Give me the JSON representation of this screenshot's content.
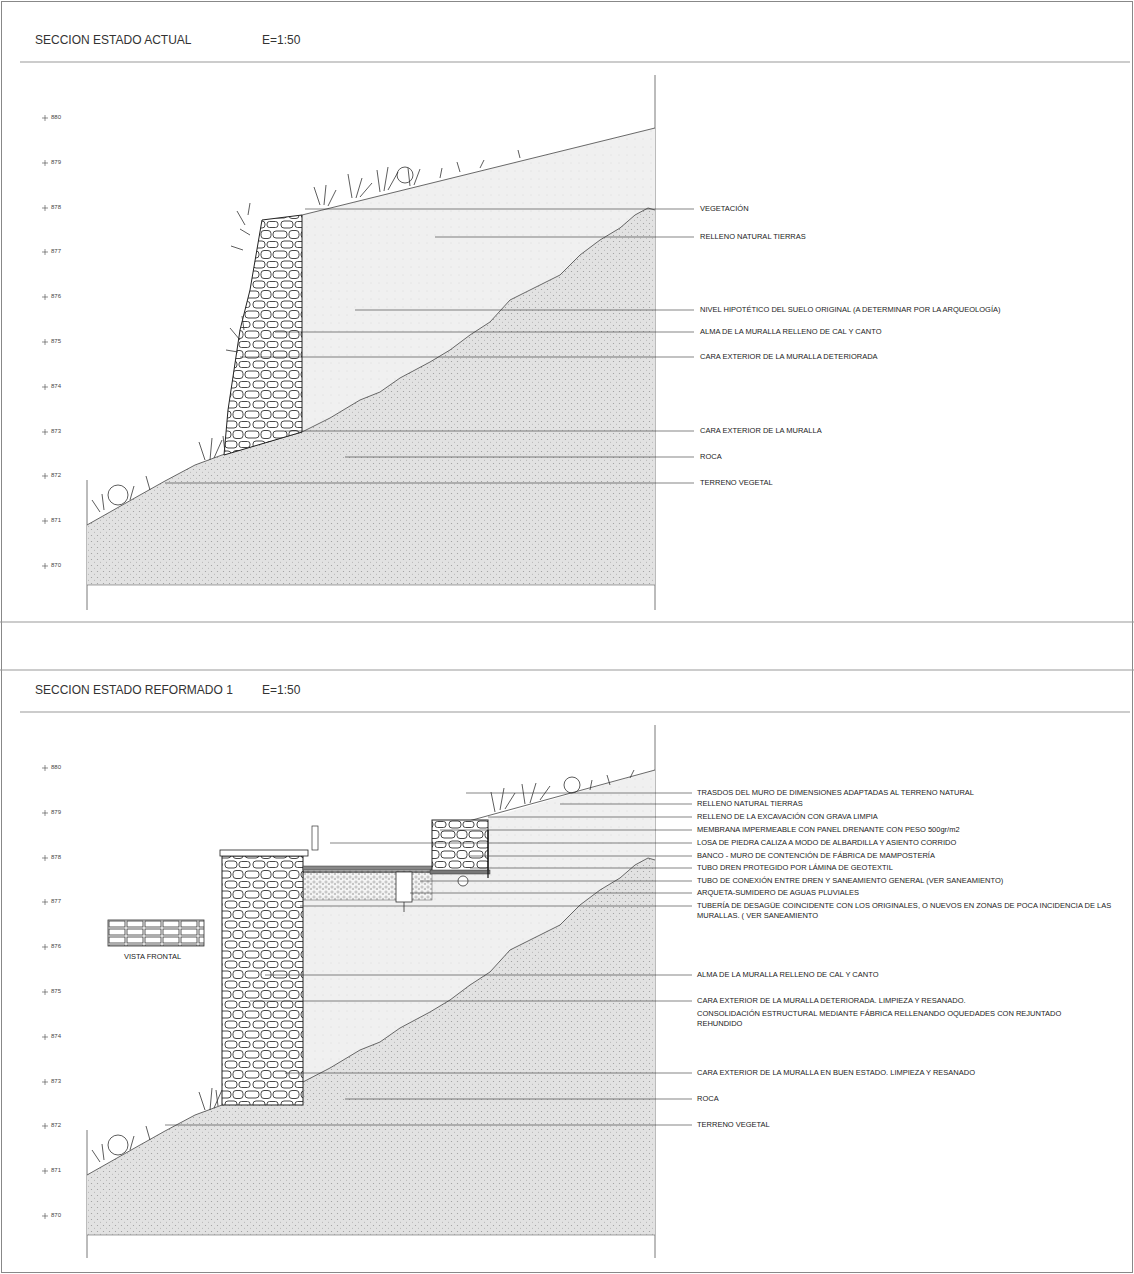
{
  "diagram": {
    "labels": [
      "SECCION ESTADO ACTUAL",
      "E=1:50",
      "880",
      "879",
      "878",
      "877",
      "876",
      "875",
      "874",
      "873",
      "872",
      "871",
      "870",
      "VEGETACIÓN",
      "RELLENO NATURAL TIERRAS",
      "NIVEL HIPOTÉTICO DEL SUELO ORIGINAL (A DETERMINAR POR LA ARQUEOLOGÍA)",
      "ALMA DE LA MURALLA RELLENO DE CAL Y CANTO",
      "CARA EXTERIOR DE LA MURALLA DETERIORADA",
      "CARA EXTERIOR DE LA MURALLA",
      "ROCA",
      "TERRENO VEGETAL",
      "SECCION ESTADO REFORMADO 1",
      "E=1:50",
      "880",
      "879",
      "878",
      "877",
      "876",
      "875",
      "874",
      "873",
      "872",
      "871",
      "870",
      "VISTA FRONTAL",
      "TRASDOS DEL MURO DE DIMENSIONES ADAPTADAS AL TERRENO NATURAL",
      "RELLENO NATURAL TIERRAS",
      "RELLENO DE LA EXCAVACIÓN CON GRAVA LIMPIA",
      "MEMBRANA IMPERMEABLE CON PANEL DRENANTE CON PESO 500gr/m2",
      "LOSA DE PIEDRA CALIZA A MODO DE ALBARDILLA Y ASIENTO CORRIDO",
      "BANCO - MURO DE CONTENCIÓN DE FÁBRICA DE MAMPOSTERÍA",
      "TUBO DREN PROTEGIDO POR LÁMINA DE GEOTEXTIL",
      "TUBO DE CONEXIÓN ENTRE DREN Y SANEAMIENTO GENERAL (VER SANEAMIENTO)",
      "ARQUETA-SUMIDERO DE AGUAS PLUVIALES",
      "TUBERÍA DE DESAGÜE COINCIDENTE CON LOS ORIGINALES, O NUEVOS EN ZONAS DE POCA INCIDENCIA DE LAS MURALLAS. ( VER SANEAMIENTO",
      "ALMA DE LA MURALLA RELLENO DE CAL Y CANTO",
      "CARA EXTERIOR DE LA MURALLA DETERIORADA. LIMPIEZA Y RESANADO.",
      "CONSOLIDACIÓN ESTRUCTURAL MEDIANTE FÁBRICA RELLENANDO OQUEDADES CON REJUNTADO REHUNDIDO",
      "CARA EXTERIOR DE LA MURALLA EN BUEN ESTADO. LIMPIEZA Y RESANADO",
      "ROCA",
      "TERRENO VEGETAL"
    ]
  }
}
